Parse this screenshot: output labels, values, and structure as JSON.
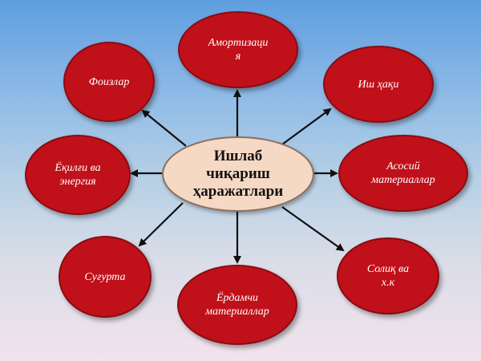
{
  "diagram": {
    "center": {
      "label": "Ишлаб\nчиқариш\nҳаражатлари"
    },
    "nodes": [
      {
        "id": "amortization",
        "label": "Амортизаци\nя"
      },
      {
        "id": "wages",
        "label": "Иш ҳақи"
      },
      {
        "id": "main-materials",
        "label": "Асосий\nматериаллар"
      },
      {
        "id": "taxes",
        "label": "Солиқ ва\nх.к"
      },
      {
        "id": "aux-materials",
        "label": "Ёрдамчи\nматериаллар"
      },
      {
        "id": "insurance",
        "label": "Суғурта"
      },
      {
        "id": "fuel-energy",
        "label": "Ёқилғи ва\nэнергия"
      },
      {
        "id": "interest",
        "label": "Фоизлар"
      }
    ],
    "colors": {
      "node_fill": "#c0101a",
      "node_text": "#ffffff",
      "hub_fill": "#f6d9c4",
      "arrow": "#111111"
    }
  }
}
